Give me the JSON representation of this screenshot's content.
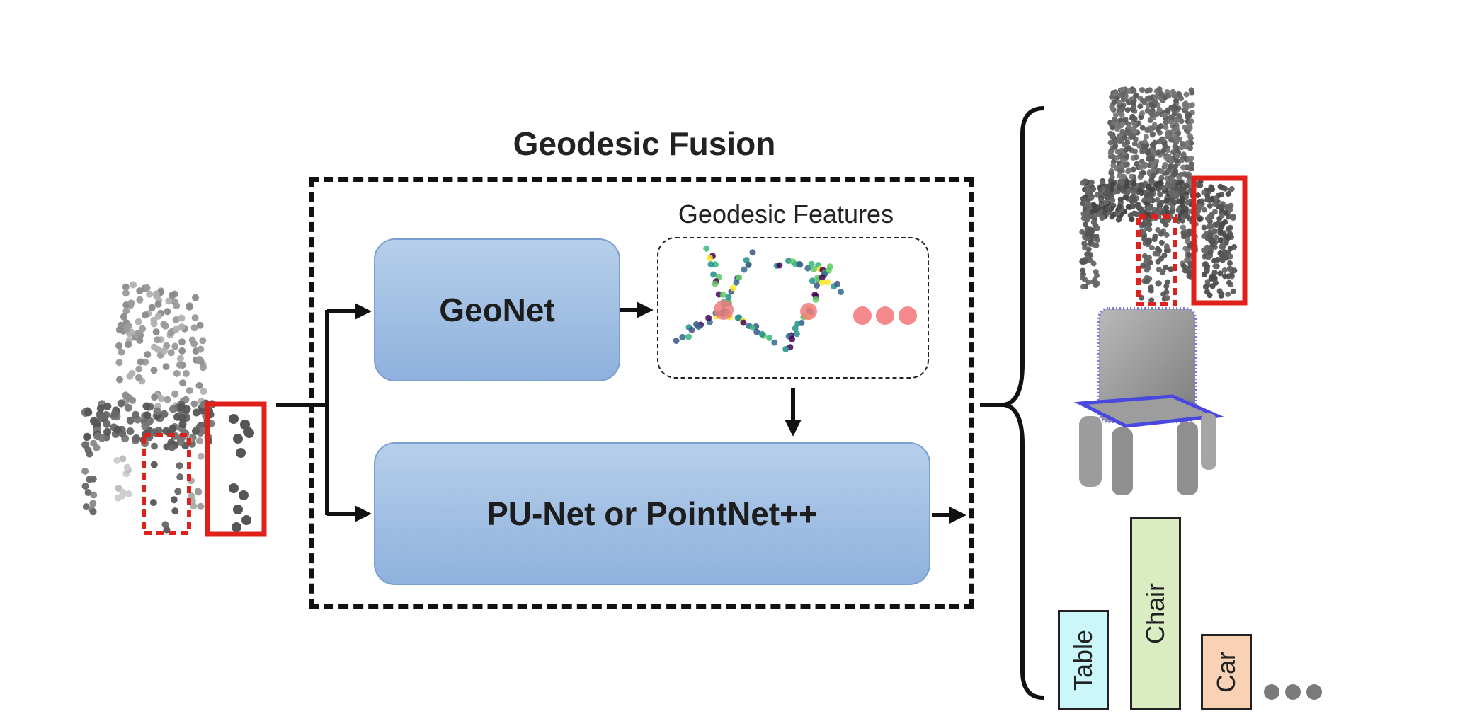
{
  "diagram": {
    "fusion_title": "Geodesic Fusion",
    "geonet_label": "GeoNet",
    "punet_label": "PU-Net or PointNet++",
    "features_label": "Geodesic Features",
    "categories": [
      {
        "label": "Table",
        "color": "#cbf6fa"
      },
      {
        "label": "Chair",
        "color": "#daedc2"
      },
      {
        "label": "Car",
        "color": "#f9d2b6"
      }
    ],
    "colors": {
      "highlight_red": "#e0201a",
      "point_gray": "#555555",
      "block_blue": "#9dbde3"
    }
  }
}
